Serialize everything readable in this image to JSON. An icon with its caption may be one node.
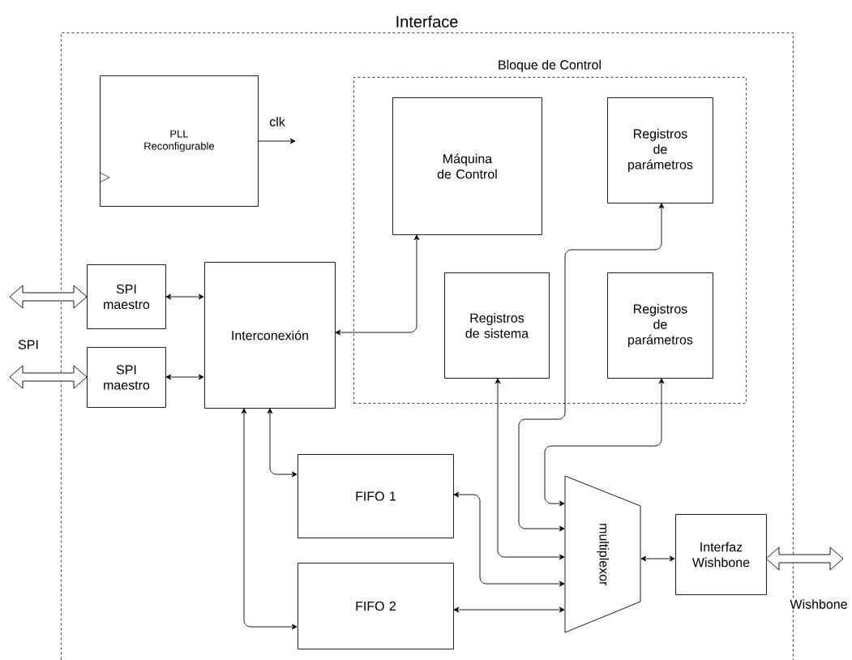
{
  "diagram": {
    "nodes": [
      {
        "text": [
          "Interface"
        ]
      },
      {
        "text": [
          "Bloque de Control"
        ],
        "in": 0
      },
      {
        "text": [
          "PLL Reconfigurable"
        ],
        "in": 0
      },
      {
        "text": [
          "Máquina de Control"
        ],
        "in": 1
      },
      {
        "text": [
          "Registros de parámetros"
        ],
        "in": 1
      },
      {
        "text": [
          "Registros de sistema"
        ],
        "in": 1
      },
      {
        "text": [
          "Registros de parámetros"
        ],
        "in": 1
      },
      {
        "text": [
          "SPI maestro"
        ],
        "in": 0
      },
      {
        "text": [
          "SPI maestro"
        ],
        "in": 0
      },
      {
        "text": [
          "Interconexión"
        ],
        "in": 0
      },
      {
        "text": [
          "FIFO 1"
        ],
        "in": 0
      },
      {
        "text": [
          "FIFO 2"
        ],
        "in": 0
      },
      {
        "text": [
          "multiplexor"
        ],
        "in": 0
      },
      {
        "text": [
          "Interfaz Wishbone"
        ],
        "in": 0
      }
    ],
    "edges": [
      {
        "from": 2,
        "to": null,
        "arrow": "to",
        "label": "clk"
      },
      {
        "from": null,
        "to": 7,
        "arrow": "both",
        "style": "thick"
      },
      {
        "from": null,
        "to": 8,
        "arrow": "both",
        "style": "thick"
      },
      {
        "from": 7,
        "to": 9,
        "arrow": "both"
      },
      {
        "from": 8,
        "to": 9,
        "arrow": "both"
      },
      {
        "from": 9,
        "to": 3,
        "arrow": "both"
      },
      {
        "from": 9,
        "to": 10,
        "arrow": "both"
      },
      {
        "from": 9,
        "to": 11,
        "arrow": "both"
      },
      {
        "from": 10,
        "to": 12,
        "arrow": "both"
      },
      {
        "from": 11,
        "to": 12,
        "arrow": "both"
      },
      {
        "from": 5,
        "to": 12,
        "arrow": "both"
      },
      {
        "from": 4,
        "to": 12,
        "arrow": "both"
      },
      {
        "from": 6,
        "to": 12,
        "arrow": "both"
      },
      {
        "from": 12,
        "to": 13,
        "arrow": "both"
      },
      {
        "from": 13,
        "to": null,
        "arrow": "both",
        "style": "thick",
        "label": "Wishbone"
      }
    ],
    "labels": [
      "SPI"
    ]
  }
}
